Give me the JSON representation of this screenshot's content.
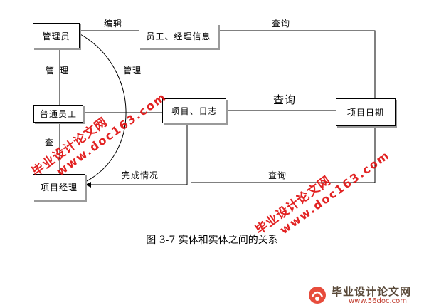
{
  "diagram": {
    "entities": {
      "admin": "管理员",
      "staff_info": "员工、经理信息",
      "regular_staff": "普通员工",
      "project_log": "项目、日志",
      "project_date": "项目日期",
      "project_manager": "项目经理"
    },
    "relations": {
      "edit": "编辑",
      "query_top": "查询",
      "manage_left": "管理",
      "manage_curve": "管理",
      "query_mid": "查询",
      "query_vertical": "查",
      "completion": "完成情况",
      "query_bottom": "查询"
    }
  },
  "caption": "图 3-7 实体和实体之间的关系",
  "watermarks": {
    "upper": {
      "cn": "毕业设计论文网",
      "url": "www.doc163.com"
    },
    "lower": {
      "cn": "毕业设计论文网",
      "url": "www.doc163.com"
    }
  },
  "logo": {
    "title": "毕业设计论文网",
    "url": "www.56doc.com"
  },
  "colors": {
    "watermark": "#e01010",
    "line": "#000000",
    "box_shadow": "#9a9a9a"
  }
}
